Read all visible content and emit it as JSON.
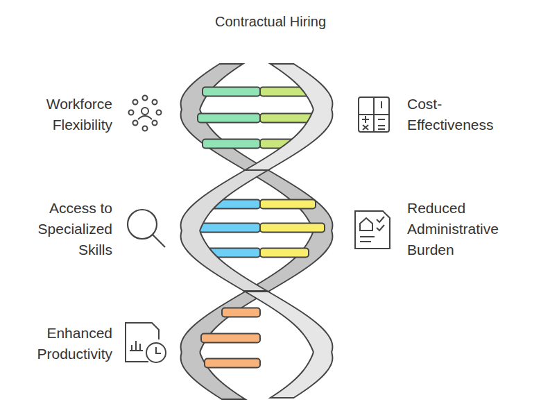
{
  "diagram": {
    "title": "Contractual Hiring",
    "labels": [
      "Workforce Flexibility",
      "Cost-Effectiveness",
      "Access to Specialized Skills",
      "Reduced Administrative Burden",
      "Enhanced Productivity"
    ]
  }
}
